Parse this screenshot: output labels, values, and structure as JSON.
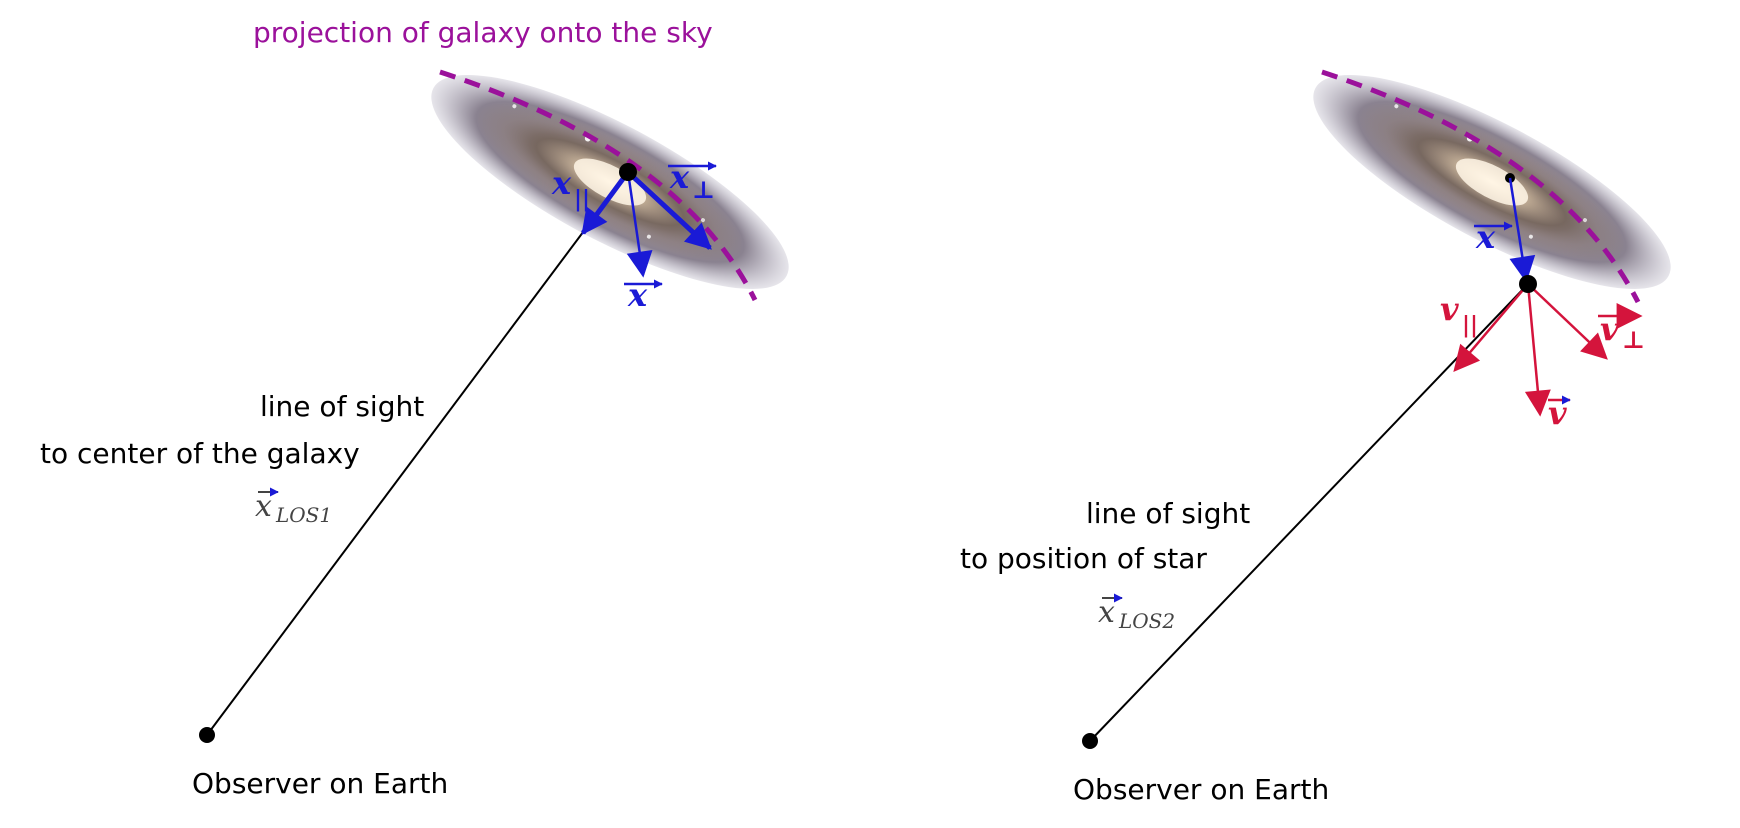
{
  "colors": {
    "projection": "#9b119b",
    "position_vector": "#1a1ad6",
    "velocity_vector": "#d4143c",
    "line": "#000000",
    "los_symbol": "#444444"
  },
  "left_panel": {
    "title": "projection of galaxy onto the sky",
    "los_label_line1": "line of sight",
    "los_label_line2": "to center of the galaxy",
    "los_symbol_base": "x",
    "los_symbol_sub": "LOS1",
    "observer_label": "Observer on Earth",
    "vec_parallel_base": "x",
    "vec_parallel_sub": "||",
    "vec_perp_base": "x",
    "vec_perp_sub": "⊥",
    "vec_total": "x"
  },
  "right_panel": {
    "los_label_line1": "line of sight",
    "los_label_line2": "to position of star",
    "los_symbol_base": "x",
    "los_symbol_sub": "LOS2",
    "observer_label": "Observer on Earth",
    "vec_position": "x",
    "vel_parallel_base": "v",
    "vel_parallel_sub": "||",
    "vel_perp_base": "v",
    "vel_perp_sub": "⊥",
    "vel_total": "v"
  }
}
